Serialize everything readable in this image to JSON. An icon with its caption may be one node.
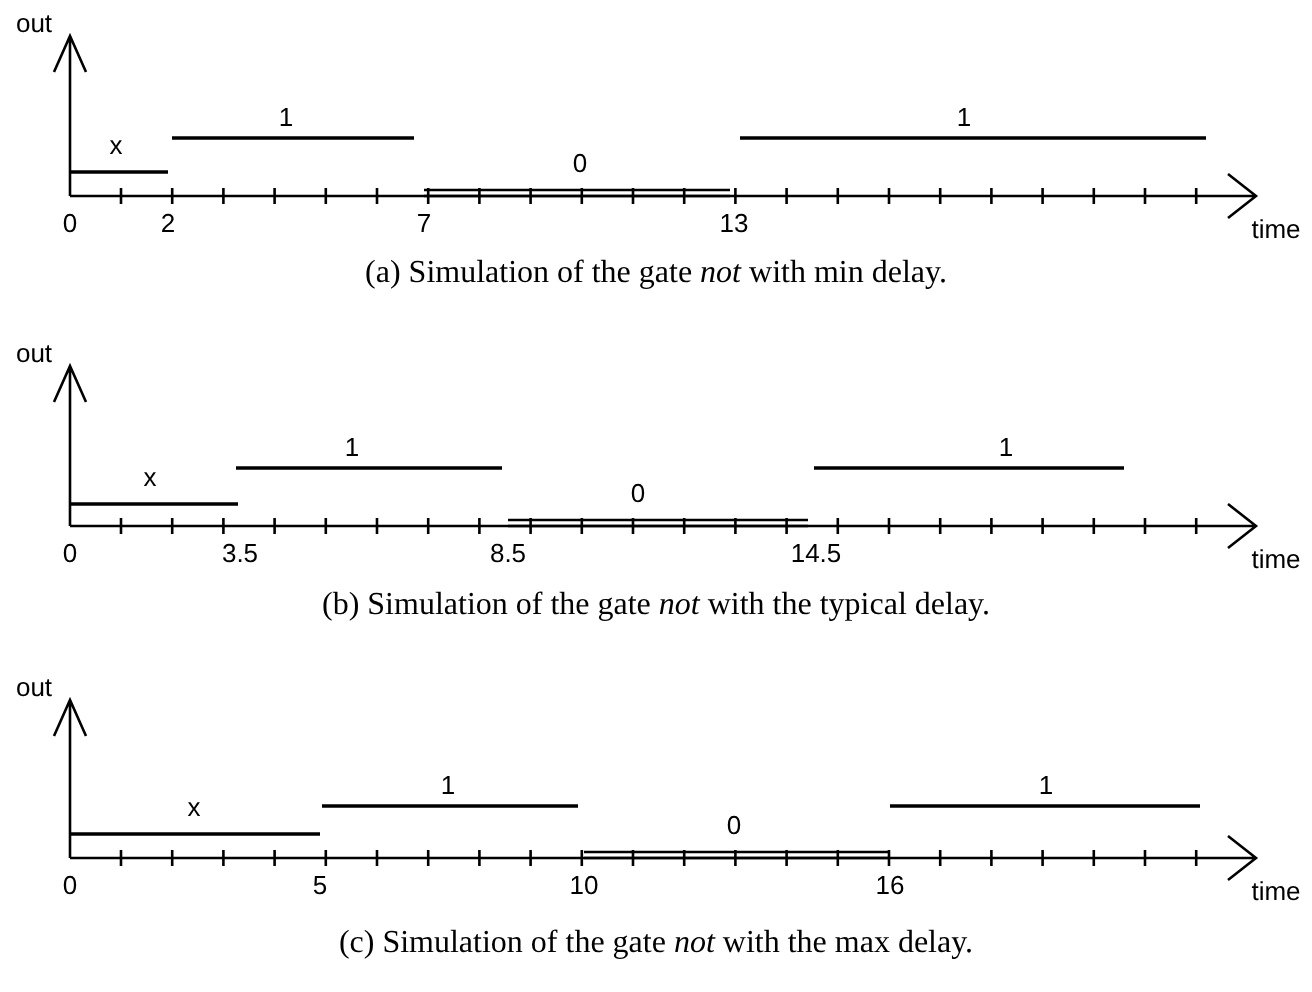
{
  "diagram": {
    "labels": [
      "out",
      "x",
      "1",
      "0",
      "1",
      "0",
      "2",
      "7",
      "13",
      "time",
      "(a)  Simulation of the gate *not* with min delay.",
      "out",
      "x",
      "1",
      "0",
      "1",
      "0",
      "3.5",
      "8.5",
      "14.5",
      "time",
      "(b)  Simulation of the gate *not* with the typical delay.",
      "out",
      "x",
      "1",
      "0",
      "1",
      "0",
      "5",
      "10",
      "16",
      "time",
      "(c)  Simulation of the gate *not* with the max delay."
    ]
  }
}
